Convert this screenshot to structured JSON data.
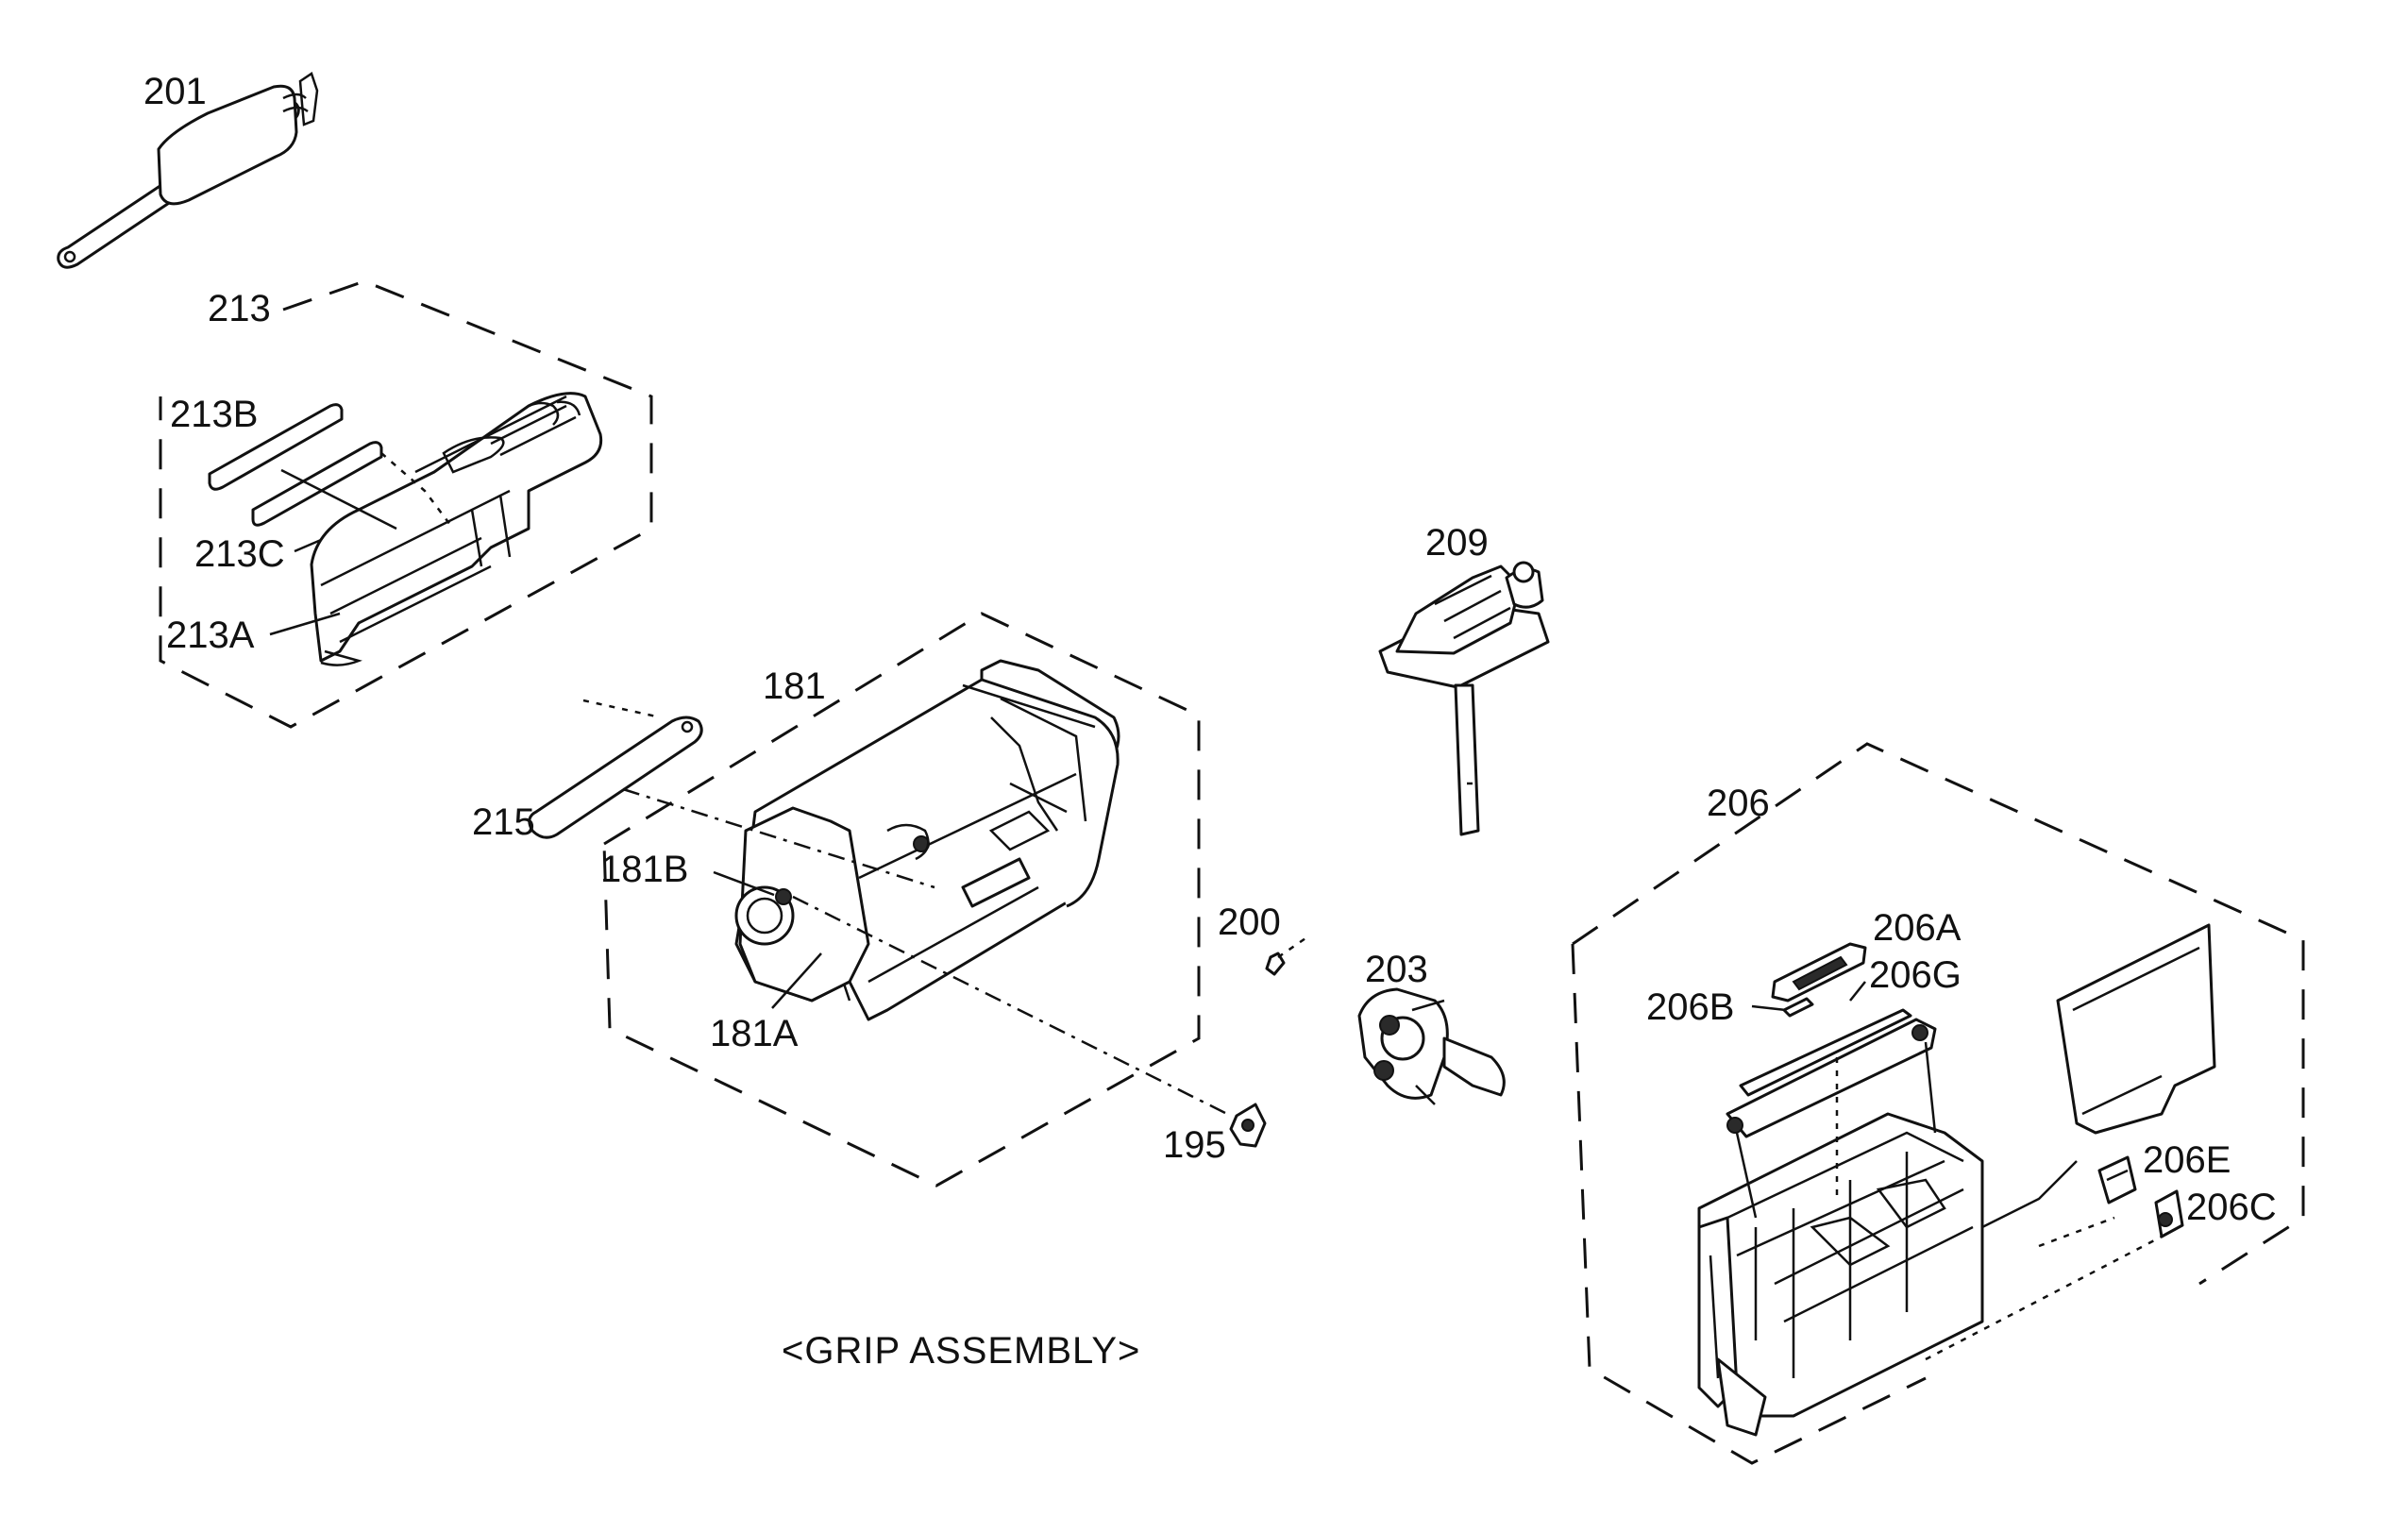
{
  "diagram": {
    "title": "<GRIP ASSEMBLY>",
    "labels": {
      "p201": "201",
      "p213": "213",
      "p213b": "213B",
      "p213c": "213C",
      "p213a": "213A",
      "p209": "209",
      "p181": "181",
      "p215": "215",
      "p181b": "181B",
      "p181a": "181A",
      "p200": "200",
      "p203": "203",
      "p195": "195",
      "p206": "206",
      "p206a": "206A",
      "p206g": "206G",
      "p206b": "206B",
      "p206e": "206E",
      "p206c": "206C"
    }
  }
}
